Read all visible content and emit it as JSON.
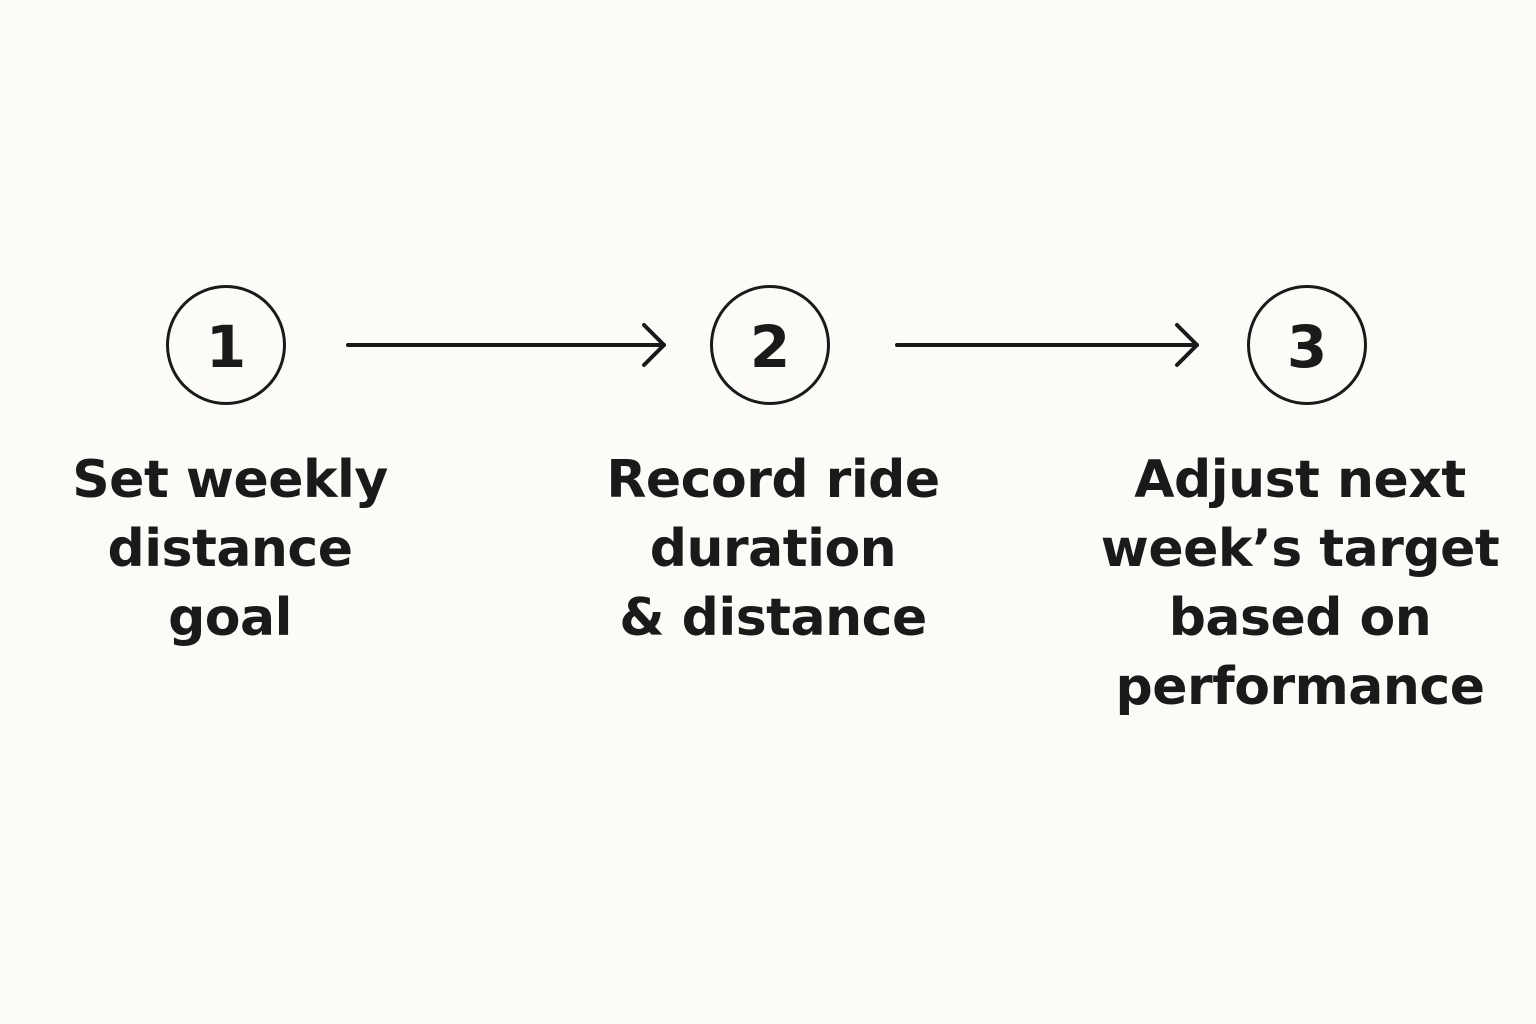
{
  "steps": [
    {
      "number": "1",
      "label_lines": [
        "Set weekly",
        "distance",
        "goal"
      ]
    },
    {
      "number": "2",
      "label_lines": [
        "Record ride",
        "duration",
        "& distance"
      ]
    },
    {
      "number": "3",
      "label_lines": [
        "Adjust next",
        "week’s target",
        "based on",
        "performance"
      ]
    }
  ],
  "connectors": [
    {
      "from": "1",
      "to": "2",
      "icon": "arrow-right-icon"
    },
    {
      "from": "2",
      "to": "3",
      "icon": "arrow-right-icon"
    }
  ],
  "colors": {
    "background": "#fcfbf8",
    "ink": "#1a1a1a"
  }
}
